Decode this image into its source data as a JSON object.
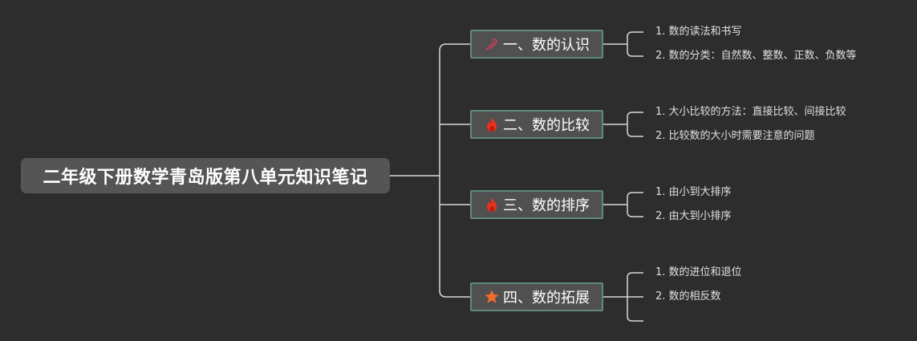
{
  "root": {
    "label": "二年级下册数学青岛版第八单元知识笔记"
  },
  "branches": [
    {
      "icon": "tools-icon",
      "label": "一、数的认识",
      "items": [
        "1. 数的读法和书写",
        "2. 数的分类：自然数、整数、正数、负数等"
      ]
    },
    {
      "icon": "fire-icon",
      "label": "二、数的比较",
      "items": [
        "1. 大小比较的方法：直接比较、间接比较",
        "2. 比较数的大小时需要注意的问题"
      ]
    },
    {
      "icon": "fire-icon",
      "label": "三、数的排序",
      "items": [
        "1. 由小到大排序",
        "2. 由大到小排序"
      ]
    },
    {
      "icon": "star-icon",
      "label": "四、数的拓展",
      "items": [
        "1. 数的进位和退位",
        "2. 数的相反数",
        ""
      ]
    }
  ],
  "colors": {
    "background": "#2d2d2d",
    "root_fill": "#555555",
    "branch_fill": "#505050",
    "branch_border": "#5f8a7d",
    "connector": "#d8d8d8",
    "fire": "#e8321e",
    "star": "#ee6d2c",
    "tools": "#c33f5c"
  }
}
